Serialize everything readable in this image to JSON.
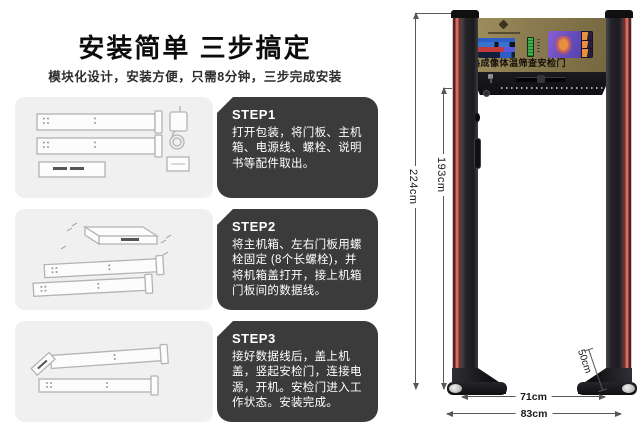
{
  "header": {
    "title": "安装简单 三步搞定",
    "subtitle": "模块化设计，安装方便，只需8分钟，三步完成安装"
  },
  "steps": [
    {
      "label": "STEP1",
      "text": "打开包装，将门板、主机箱、电源线、螺栓、说明书等配件取出。"
    },
    {
      "label": "STEP2",
      "text": "将主机箱、左右门板用螺栓固定 (8个长螺栓)，并将机箱盖打开，接上机箱门板间的数据线。"
    },
    {
      "label": "STEP3",
      "text": "接好数据线后，盖上机盖，竖起安检门，连接电源，开机。安检门进入工作状态。安装完成。"
    }
  ],
  "product": {
    "banner_text": "热成像体温筛查安检门",
    "dimensions": {
      "outer_height": "224cm",
      "inner_height": "193cm",
      "inner_width": "71cm",
      "outer_width": "83cm",
      "base_depth": "50cm"
    },
    "colors": {
      "crossbar": "#8b7c50",
      "pillar_body": "#232327",
      "led_strip": "#a5403c",
      "thermal_screen": "#6a4fc0",
      "step_box": "#3b3b3b",
      "panel_bg": "#f0f0f0"
    }
  }
}
